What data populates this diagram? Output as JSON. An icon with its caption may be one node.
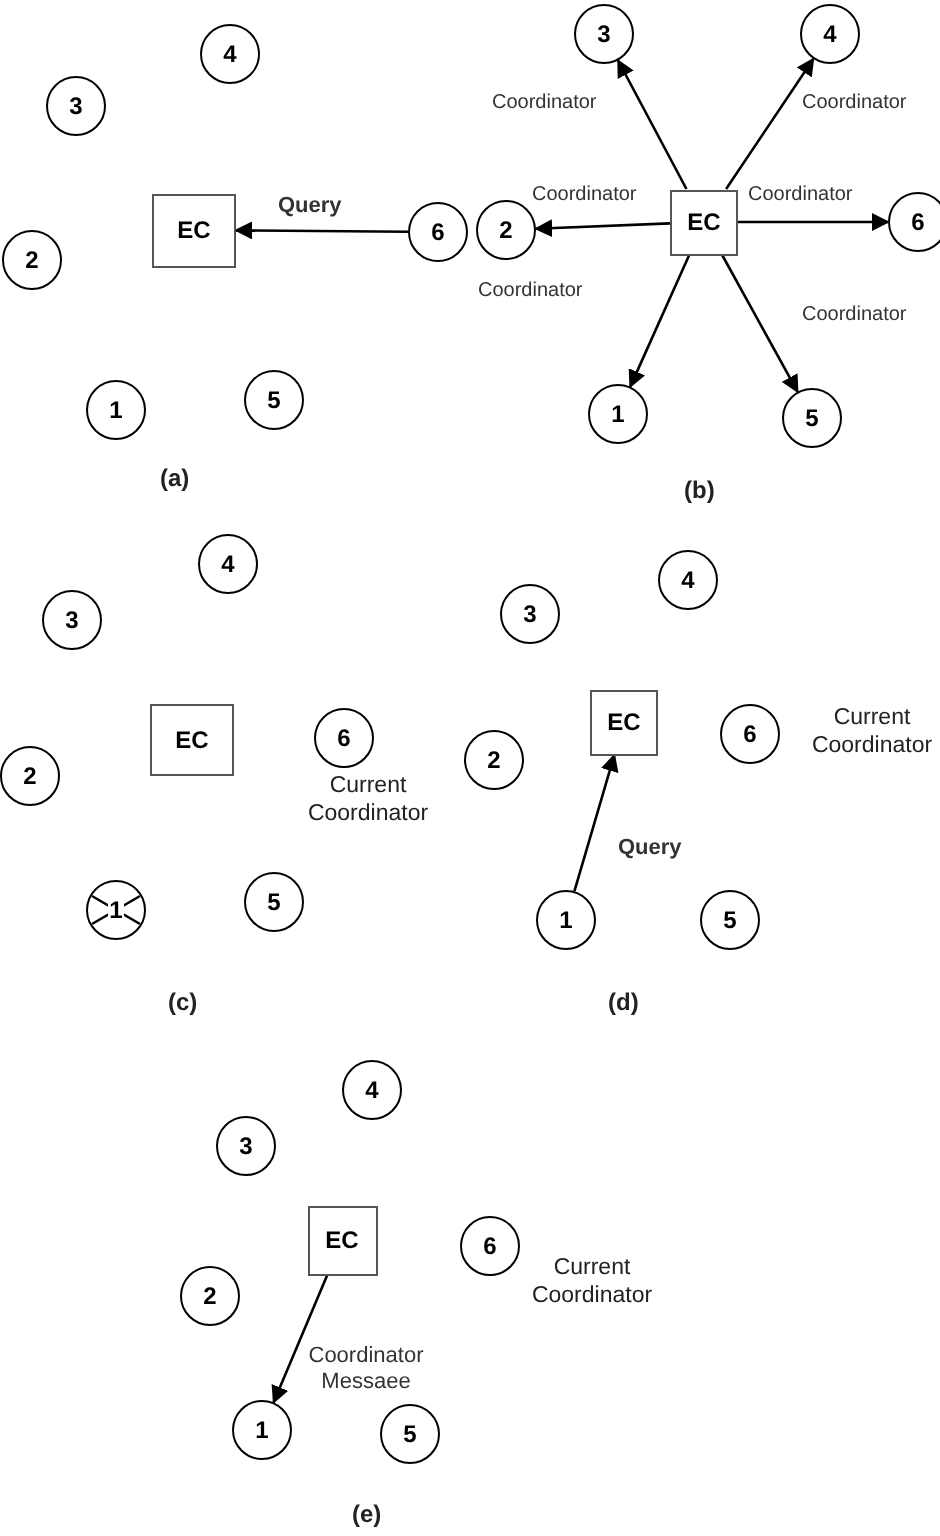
{
  "diagram": {
    "nodes": [
      {
        "text": [
          "EC"
        ]
      },
      {
        "text": [
          "1"
        ]
      },
      {
        "text": [
          "2"
        ]
      },
      {
        "text": [
          "3"
        ]
      },
      {
        "text": [
          "4"
        ]
      },
      {
        "text": [
          "5"
        ]
      },
      {
        "text": [
          "6"
        ]
      },
      {
        "text": [
          "EC"
        ]
      },
      {
        "text": [
          "1"
        ]
      },
      {
        "text": [
          "2"
        ]
      },
      {
        "text": [
          "3"
        ]
      },
      {
        "text": [
          "4"
        ]
      },
      {
        "text": [
          "5"
        ]
      },
      {
        "text": [
          "6"
        ]
      },
      {
        "text": [
          "EC"
        ]
      },
      {
        "text": [
          "1"
        ]
      },
      {
        "text": [
          "2"
        ]
      },
      {
        "text": [
          "3"
        ]
      },
      {
        "text": [
          "4"
        ]
      },
      {
        "text": [
          "5"
        ]
      },
      {
        "text": [
          "6"
        ],
        "beside": [
          "Current Coordinator"
        ]
      },
      {
        "text": [
          "EC"
        ]
      },
      {
        "text": [
          "1"
        ]
      },
      {
        "text": [
          "2"
        ]
      },
      {
        "text": [
          "3"
        ]
      },
      {
        "text": [
          "4"
        ]
      },
      {
        "text": [
          "5"
        ]
      },
      {
        "text": [
          "6"
        ],
        "beside": [
          "Current Coordinator"
        ]
      },
      {
        "text": [
          "EC"
        ]
      },
      {
        "text": [
          "1"
        ]
      },
      {
        "text": [
          "2"
        ]
      },
      {
        "text": [
          "3"
        ]
      },
      {
        "text": [
          "4"
        ]
      },
      {
        "text": [
          "5"
        ]
      },
      {
        "text": [
          "6"
        ],
        "beside": [
          "Current Coordinator"
        ]
      }
    ],
    "edges": [
      {
        "from": 6,
        "to": 0,
        "arrow": "to",
        "label": "Query"
      },
      {
        "from": 7,
        "to": 10,
        "arrow": "to",
        "label": "Coordinator"
      },
      {
        "from": 7,
        "to": 11,
        "arrow": "to",
        "label": "Coordinator"
      },
      {
        "from": 7,
        "to": 9,
        "arrow": "to",
        "label": "Coordinator"
      },
      {
        "from": 7,
        "to": 13,
        "arrow": "to",
        "label": "Coordinator"
      },
      {
        "from": 7,
        "to": 8,
        "arrow": "to",
        "label": "Coordinator"
      },
      {
        "from": 7,
        "to": 12,
        "arrow": "to",
        "label": "Coordinator"
      },
      {
        "from": 22,
        "to": 21,
        "arrow": "to",
        "label": "Query"
      },
      {
        "from": 28,
        "to": 29,
        "arrow": "to",
        "label": "Coordinator Messaee"
      }
    ],
    "labels": [
      "(a)",
      "(b)",
      "(c)",
      "(d)",
      "(e)"
    ]
  }
}
